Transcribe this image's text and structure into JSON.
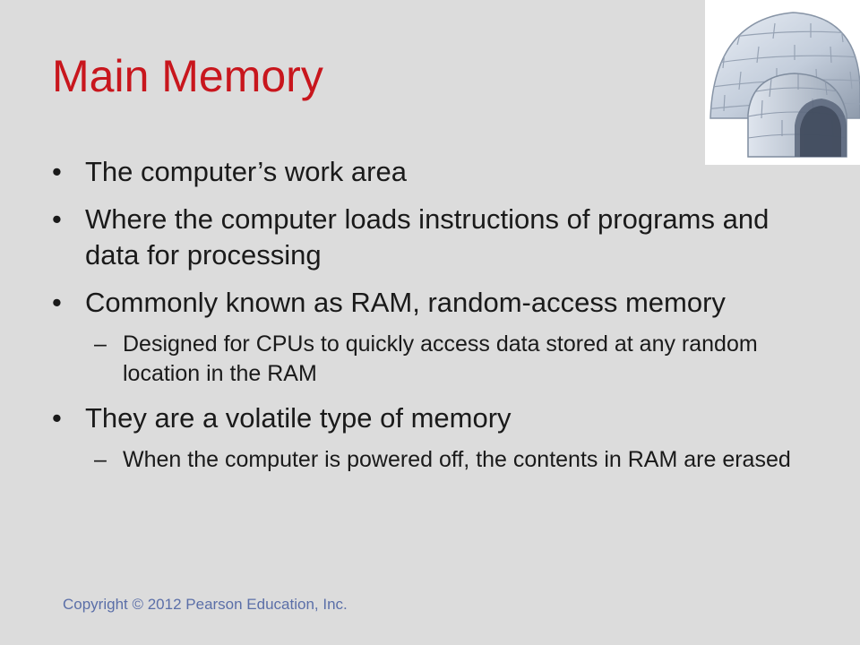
{
  "slide": {
    "title": "Main Memory",
    "title_color": "#c8161d",
    "background_color": "#dcdcdc",
    "image_icon": "igloo-illustration",
    "bullet_symbol": "•",
    "sub_bullet_symbol": "–",
    "bullets": [
      {
        "text": "The computer’s work area"
      },
      {
        "text": "Where the computer loads instructions of programs and data for processing"
      },
      {
        "text": "Commonly known as RAM, random-access memory",
        "sub": [
          "Designed for CPUs to quickly access data stored at any random location in the RAM"
        ]
      },
      {
        "text": "They are a volatile type of memory",
        "sub": [
          "When the computer is powered off, the contents in RAM are erased"
        ]
      }
    ],
    "footer": "Copyright © 2012 Pearson Education, Inc.",
    "footer_color": "#5b6fa8"
  }
}
